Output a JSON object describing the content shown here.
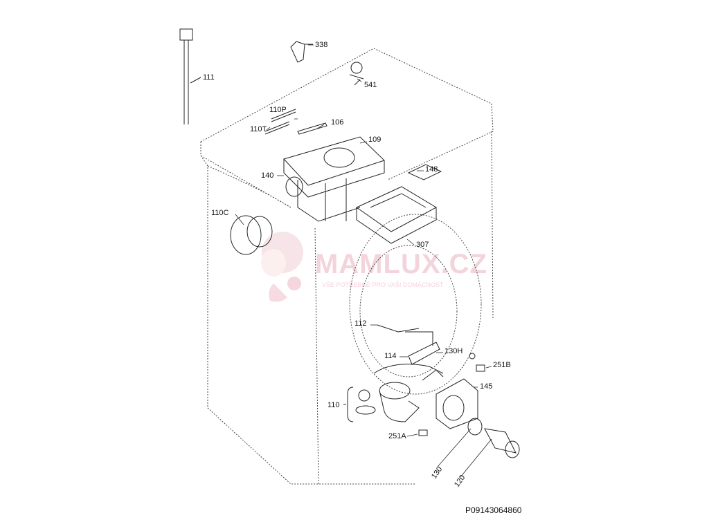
{
  "diagram": {
    "part_labels": {
      "p111": "111",
      "p338": "338",
      "p541": "541",
      "p110P": "110P",
      "p110T": "110T",
      "p106": "106",
      "p109": "109",
      "p148": "148",
      "p140": "140",
      "p110C": "110C",
      "p307": "307",
      "p112": "112",
      "p114": "114",
      "p130H": "130H",
      "p251B": "251B",
      "p145": "145",
      "p110": "110",
      "p251A": "251A",
      "p130": "130",
      "p120": "120"
    },
    "drawing_code": "P09143064860",
    "watermark": {
      "brand": "MAMLUX.CZ",
      "tagline": "VŠE POTŘEBNÉ PRO VAŠI DOMÁCNOST"
    }
  }
}
